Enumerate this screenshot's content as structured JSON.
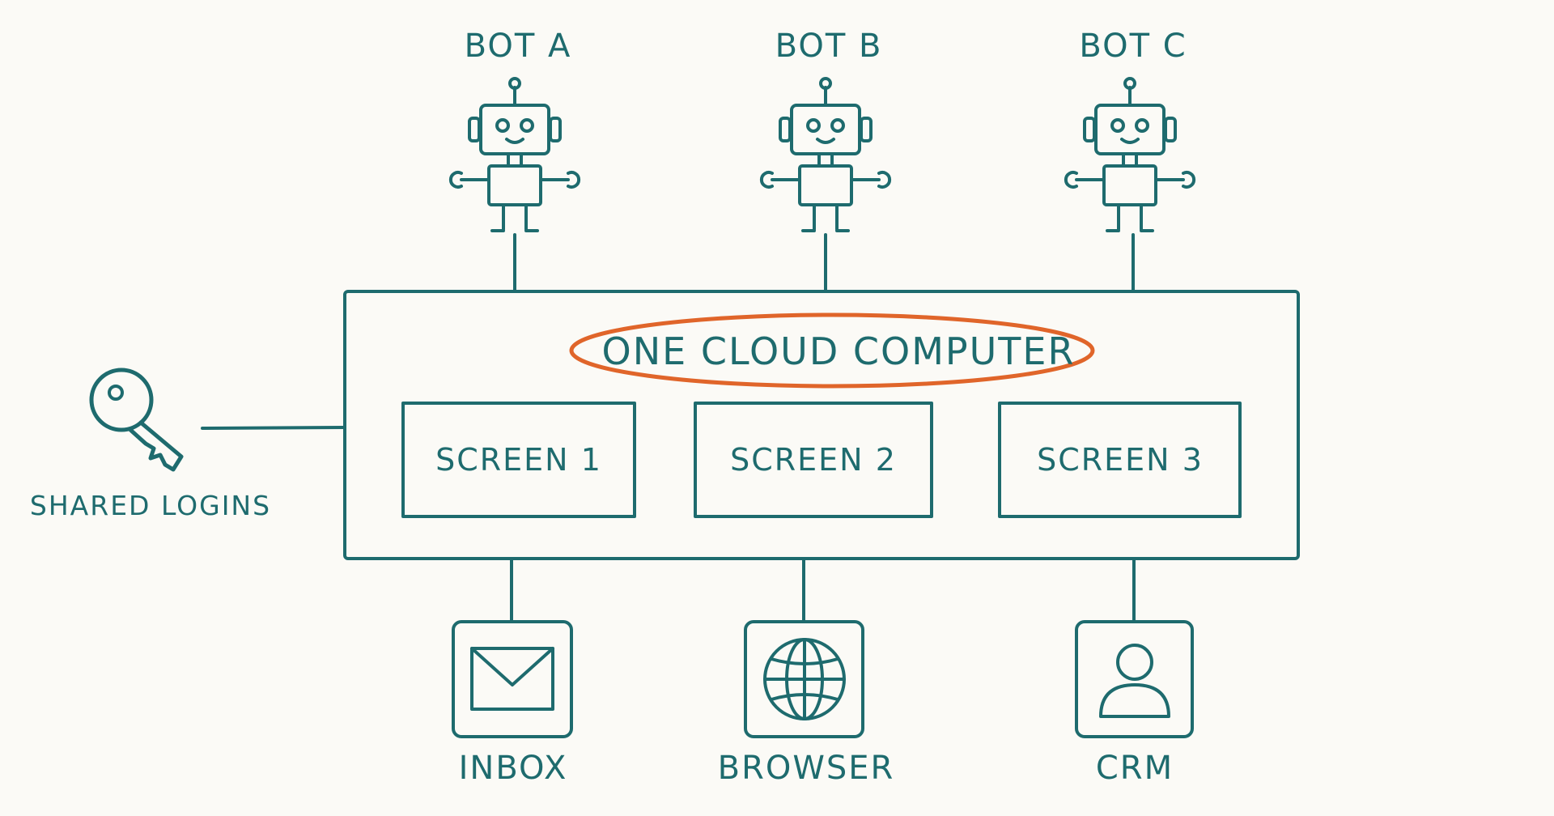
{
  "colors": {
    "ink": "#1e6b6e",
    "accent": "#e0652a",
    "background": "#fbfaf6"
  },
  "bots": [
    {
      "label": "BOT A",
      "icon": "robot-icon"
    },
    {
      "label": "BOT B",
      "icon": "robot-icon"
    },
    {
      "label": "BOT C",
      "icon": "robot-icon"
    }
  ],
  "computer": {
    "title": "ONE CLOUD COMPUTER",
    "screens": [
      {
        "label": "SCREEN 1"
      },
      {
        "label": "SCREEN 2"
      },
      {
        "label": "SCREEN 3"
      }
    ]
  },
  "shared": {
    "label": "SHARED LOGINS",
    "icon": "key-icon"
  },
  "apps": [
    {
      "label": "INBOX",
      "icon": "envelope-icon"
    },
    {
      "label": "BROWSER",
      "icon": "globe-icon"
    },
    {
      "label": "CRM",
      "icon": "user-icon"
    }
  ]
}
